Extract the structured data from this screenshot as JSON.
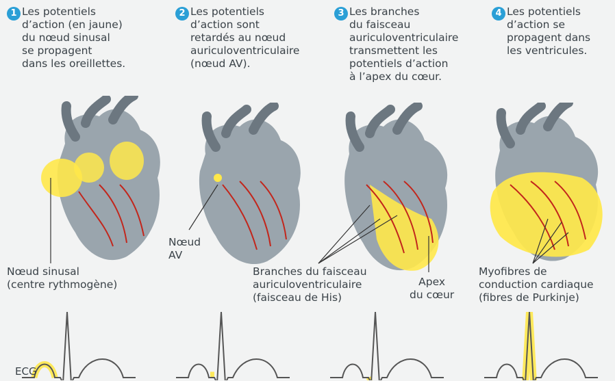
{
  "colors": {
    "badge": "#2a9fd6",
    "yellow": "#ffe84a",
    "heart": "#8b96a0",
    "vessel": "#c2261c",
    "ecg": "#555555",
    "text": "#3a4248"
  },
  "steps": [
    {
      "number": "1",
      "text": "Les potentiels\nd’action (en jaune)\ndu nœud sinusal\nse propagent\ndans les oreillettes."
    },
    {
      "number": "2",
      "text": "Les potentiels\nd’action sont\nretardés au nœud\nauriculoventriculaire\n(nœud AV)."
    },
    {
      "number": "3",
      "text": "Les branches\ndu faisceau\nauriculoventriculaire\ntransmettent les\npotentiels d’action\nà l’apex du cœur."
    },
    {
      "number": "4",
      "text": "Les potentiels\nd’action se\npropagent dans\nles ventricules."
    }
  ],
  "labels": {
    "sinus_node": "Nœud sinusal\n(centre rythmogène)",
    "av_node": "Nœud\nAV",
    "his_bundle": "Branches du faisceau\nauriculoventriculaire\n(faisceau de His)",
    "apex": "Apex\ndu cœur",
    "purkinje": "Myofibres de\nconduction cardiaque\n(fibres de Purkinje)"
  },
  "ecg": {
    "label": "ECG"
  }
}
